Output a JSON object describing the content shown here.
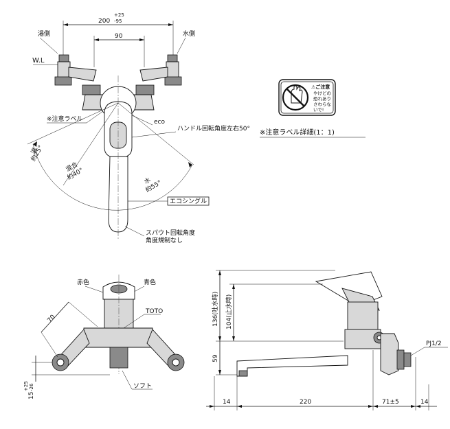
{
  "labels": {
    "hot_side": "湯側",
    "cold_side": "水側",
    "wl": "W.L",
    "dim_200": "200",
    "tol_200_up": "+25",
    "tol_200_dn": "-95",
    "dim_90": "90",
    "caution_label": "※注意ラベル",
    "eco": "eco",
    "handle_angle": "ハンドル回転角度左右50°",
    "hot_arc": "湯",
    "hot_arc_angle": "約25°",
    "mix_arc": "混合",
    "mix_arc_angle": "約40°",
    "cold_arc": "水",
    "cold_arc_angle": "約55°",
    "eco_single": "エコシングル",
    "spout_rotation_1": "スパウト回転角度",
    "spout_rotation_2": "角度規制なし",
    "label_detail": "※注意ラベル詳細(1：1)",
    "red": "赤色",
    "blue": "青色",
    "toto": "TOTO",
    "dim_70": "70",
    "soft": "ソフト",
    "dim_15": "15",
    "tol_15_up": "+25",
    "tol_15_dn": "-26",
    "dim_136": "136(吐水時)",
    "dim_104": "104(止水時)",
    "dim_59": "59",
    "dim_14_left": "14",
    "dim_220": "220",
    "dim_71": "71±5",
    "dim_14_right": "14",
    "pj": "PJ1/2"
  },
  "caution_sticker": {
    "title": "⚠ご注意",
    "lines": [
      "やけどの",
      "恐れあり",
      "さわらな",
      "いで!"
    ]
  }
}
